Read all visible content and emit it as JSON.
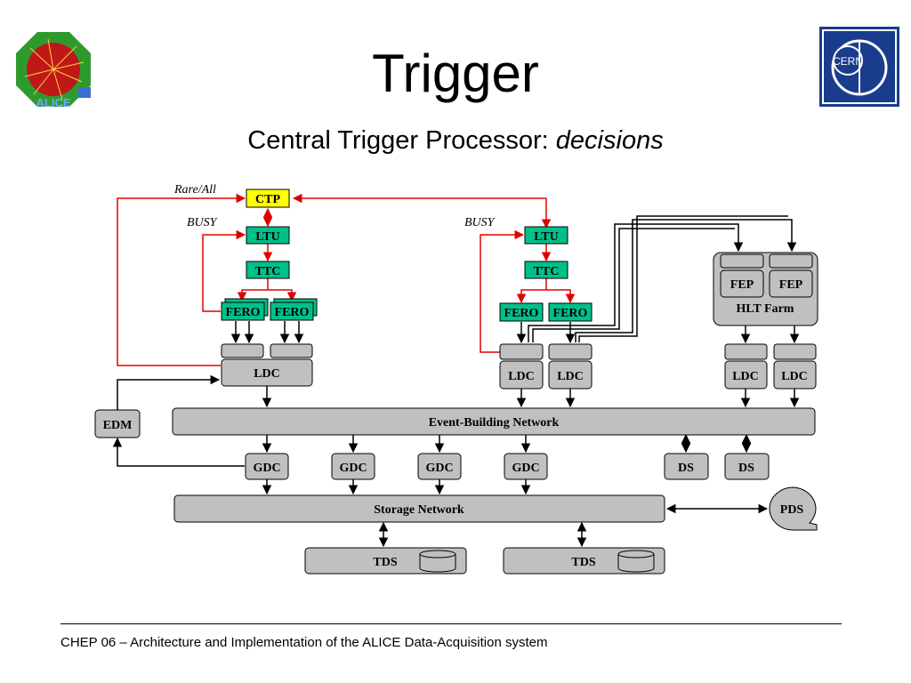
{
  "title": "Trigger",
  "subtitle_main": "Central Trigger Processor: ",
  "subtitle_emph": "decisions",
  "footer": "CHEP 06 – Architecture and Implementation of the ALICE Data-Acquisition system",
  "logos": {
    "left_text": "ALICE",
    "right_text": "CERN"
  },
  "colors": {
    "ctp": "#ffff00",
    "trigger_box": "#00c08a",
    "daq_box": "#c0c0c0",
    "trigger_line": "#e00000",
    "data_line": "#000000"
  },
  "diagram": {
    "labels": {
      "rare_all": "Rare/All",
      "busy_left": "BUSY",
      "busy_right": "BUSY"
    },
    "ctp": "CTP",
    "ltu": "LTU",
    "ttc": "TTC",
    "fero": "FERO",
    "ldc": "LDC",
    "fep": "FEP",
    "hlt_farm": "HLT Farm",
    "edm": "EDM",
    "event_building_network": "Event-Building Network",
    "gdc": "GDC",
    "ds": "DS",
    "storage_network": "Storage Network",
    "pds": "PDS",
    "tds": "TDS"
  }
}
